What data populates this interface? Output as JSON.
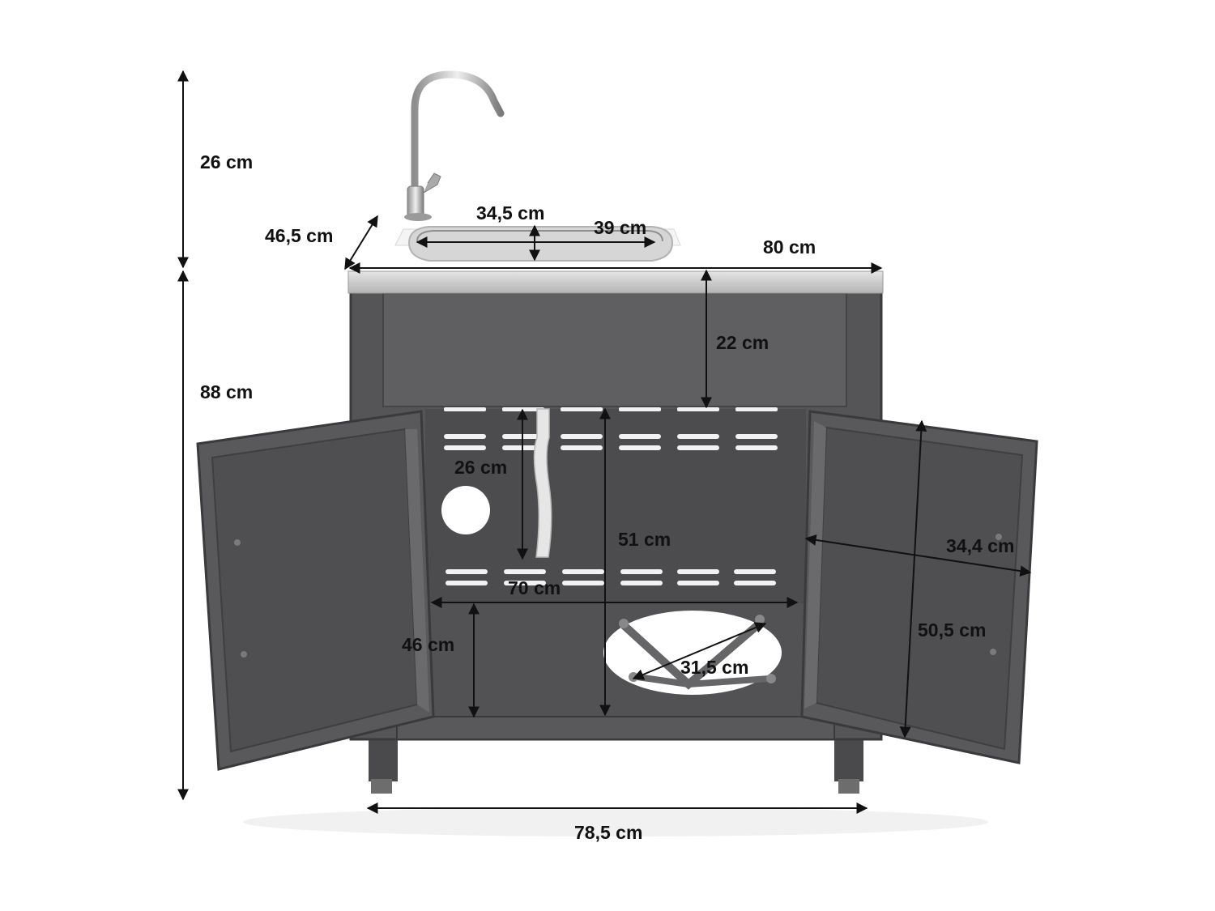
{
  "colors": {
    "cabinet": "#555558",
    "cabinet_dark": "#3a3a3d",
    "cabinet_light": "#6a6a6d",
    "steel": "#c9c9c9",
    "steel_dark": "#9a9a9a",
    "arrow": "#111111"
  },
  "dimensions": {
    "faucet_height": "26 cm",
    "sink_depth_outer": "46,5 cm",
    "basin_depth": "34,5 cm",
    "basin_width": "39 cm",
    "top_width": "80 cm",
    "apron_height": "22 cm",
    "cabinet_height": "88 cm",
    "drain_pipe_length": "26 cm",
    "interior_height": "51 cm",
    "door_width": "34,4 cm",
    "interior_width": "70 cm",
    "door_height": "50,5 cm",
    "lower_opening_height": "46 cm",
    "tank_hole_diameter": "31,5 cm",
    "base_width": "78,5 cm"
  },
  "icons": {
    "faucet": "faucet-icon",
    "sink": "sink-basin-icon",
    "gas-bottle-ring": "gas-bottle-holder-icon"
  }
}
